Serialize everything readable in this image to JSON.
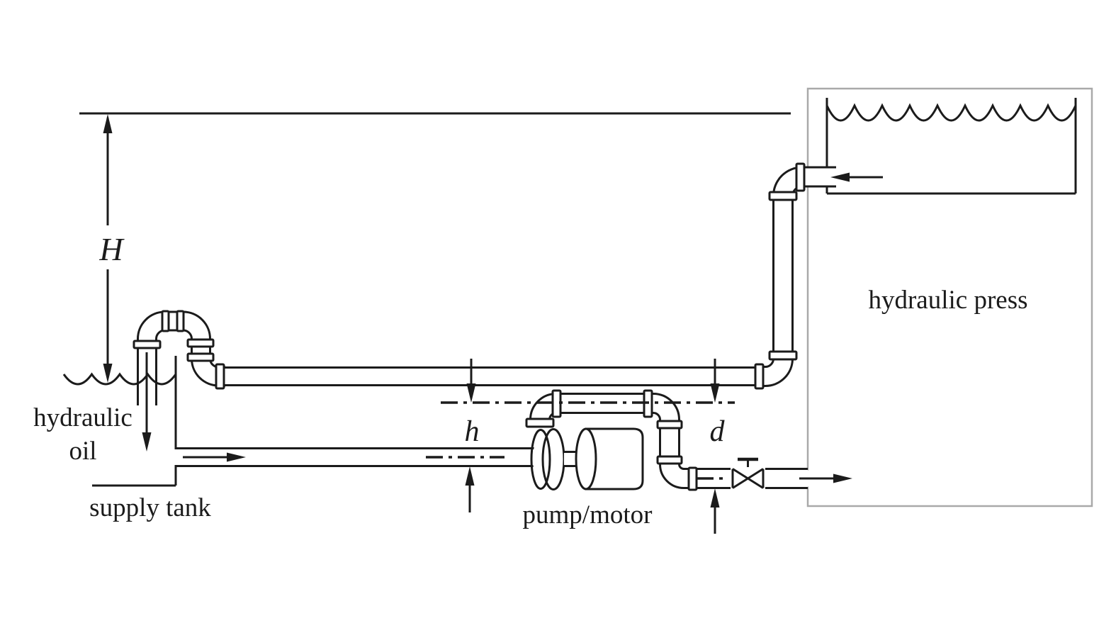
{
  "diagram": {
    "labels": {
      "elevation": "H",
      "oil_line1": "hydraulic",
      "oil_line2": "oil",
      "supply_tank": "supply tank",
      "pump_motor": "pump/motor",
      "h_dim": "h",
      "d_dim": "d",
      "press": "hydraulic press"
    },
    "colors": {
      "ink": "#1b1b1b",
      "press_border": "#a9a9a9",
      "background": "#ffffff"
    }
  }
}
